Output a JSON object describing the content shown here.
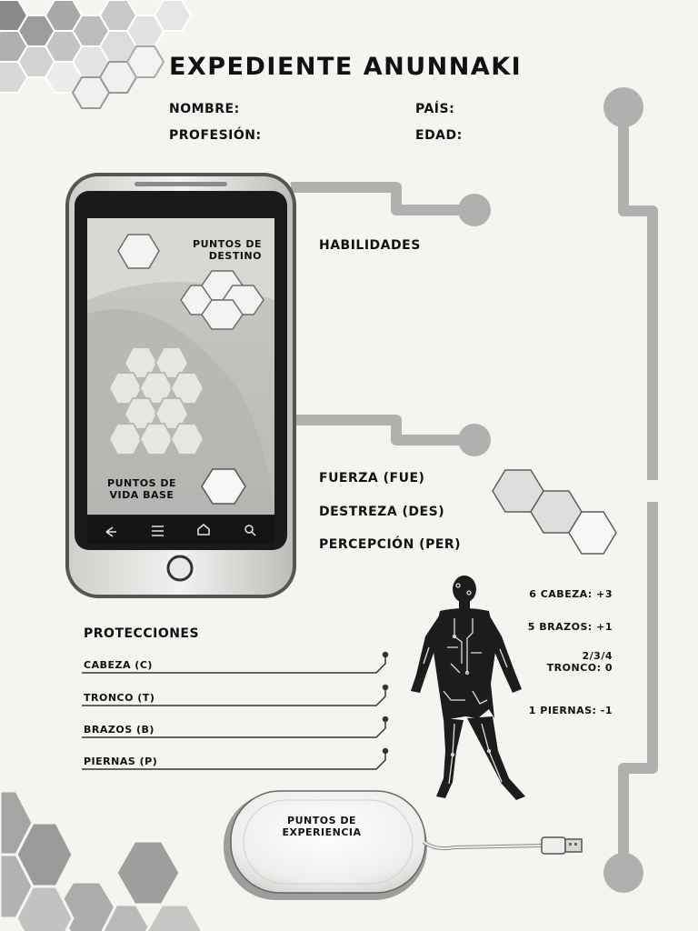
{
  "title": "Expediente Anunnaki",
  "fields": {
    "nombre": "Nombre:",
    "pais": "País:",
    "profesion": "Profesión:",
    "edad": "Edad:"
  },
  "phone": {
    "puntos_destino": [
      "Puntos de",
      "Destino"
    ],
    "puntos_vida": [
      "Puntos de",
      "Vida Base"
    ]
  },
  "habilidades": "Habilidades",
  "stats": [
    "Fuerza (FUE)",
    "Destreza (DES)",
    "Percepción (PER)"
  ],
  "protecciones": {
    "title": "Protecciones",
    "items": [
      "Cabeza (C)",
      "Tronco (T)",
      "Brazos (B)",
      "Piernas (P)"
    ]
  },
  "body_locations": [
    "6 Cabeza: +3",
    "5 Brazos: +1",
    "2/3/4",
    "Tronco: 0",
    "1 Piernas: -1"
  ],
  "experiencia": [
    "Puntos de",
    "Experiencia"
  ],
  "colors": {
    "gray": "#b3b3b1",
    "dark": "#222222",
    "hex_fill": "#e9e9e7",
    "hex_stroke": "#777777"
  }
}
